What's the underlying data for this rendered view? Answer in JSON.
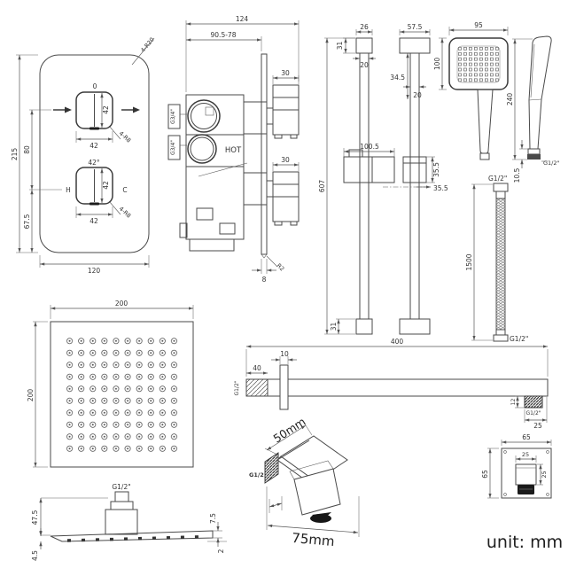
{
  "unit_note": "unit: mm",
  "colors": {
    "line": "#4a4a4a",
    "dark": "#1c1c1c",
    "background": "#ffffff"
  },
  "valve_front": {
    "dim_total_height": "215",
    "dim_handle_spacing": "80",
    "dim_bottom_offset": "67.5",
    "dim_plate_width": "120",
    "top_handle_label": "0",
    "top_handle_width": "42",
    "top_handle_height": "42",
    "top_handle_corner": "4-R8",
    "bottom_handle_label": "42°",
    "hot_label": "H",
    "cold_label": "C",
    "bottom_handle_width": "42",
    "bottom_handle_height": "42",
    "bottom_handle_corner": "4-R8",
    "plate_corner": "4-R20"
  },
  "valve_side": {
    "dim_total_depth": "124",
    "dim_install_depth": "90.5-78",
    "dim_top_handle_depth": "30",
    "dim_bottom_handle_depth": "30",
    "dim_plate_thickness": "8",
    "plate_corner": "R2",
    "port_top": "G3/4\"",
    "port_bottom": "G3/4\"",
    "hot_label": "HOT"
  },
  "rail_front": {
    "dim_cap_width": "26",
    "dim_cap_height": "31",
    "dim_rail_width": "20",
    "dim_total_height": "607",
    "dim_slider_width": "100.5",
    "dim_bottom_cap_height": "31"
  },
  "rail_side": {
    "dim_cap_depth": "57.5",
    "dim_upper_offset": "34.5",
    "dim_rail_depth": "20",
    "dim_slider_height": "35.5",
    "dim_slider_offset": "35.5"
  },
  "handset": {
    "dim_head_width": "95",
    "dim_head_height": "100",
    "dim_total_height": "240",
    "dim_outlet_height": "10.5",
    "thread": "G1/2\""
  },
  "hose": {
    "thread_top": "G1/2\"",
    "dim_length": "1500",
    "thread_bottom": "G1/2\""
  },
  "head_top": {
    "dim_width": "200",
    "dim_height": "200"
  },
  "head_side": {
    "thread": "G1/2\"",
    "dim_height": "47.5",
    "dim_lip": "4.5",
    "dim_edge": "7.5",
    "dim_nozzle": "2"
  },
  "arm": {
    "dim_length": "400",
    "dim_thread_length": "40",
    "dim_flange_width": "10",
    "thread_wall": "G1/2\"",
    "dim_outlet_height": "12",
    "thread_outlet": "G1/2\"",
    "dim_outlet_length": "25"
  },
  "elbow": {
    "dim_depth": "50mm",
    "dim_width": "75mm",
    "thread": "G1/2"
  },
  "wall_outlet": {
    "dim_width": "65",
    "dim_height": "65",
    "dim_inner_width": "25",
    "dim_inner_height": "25"
  }
}
